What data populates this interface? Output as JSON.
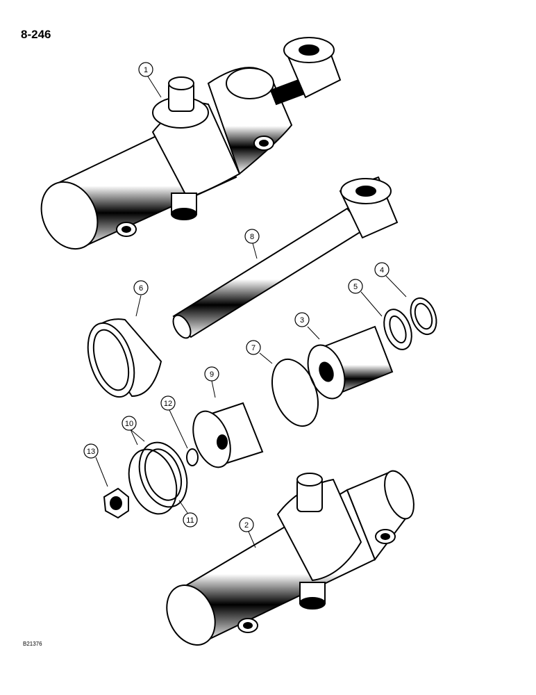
{
  "page": {
    "number": "8-246",
    "figure_code": "B21376"
  },
  "callouts": [
    {
      "id": "c1",
      "label": "1"
    },
    {
      "id": "c2",
      "label": "2"
    },
    {
      "id": "c3",
      "label": "3"
    },
    {
      "id": "c4",
      "label": "4"
    },
    {
      "id": "c5",
      "label": "5"
    },
    {
      "id": "c6",
      "label": "6"
    },
    {
      "id": "c7",
      "label": "7"
    },
    {
      "id": "c8",
      "label": "8"
    },
    {
      "id": "c9",
      "label": "9"
    },
    {
      "id": "c10",
      "label": "10"
    },
    {
      "id": "c11",
      "label": "11"
    },
    {
      "id": "c12",
      "label": "12"
    },
    {
      "id": "c13",
      "label": "13"
    }
  ]
}
